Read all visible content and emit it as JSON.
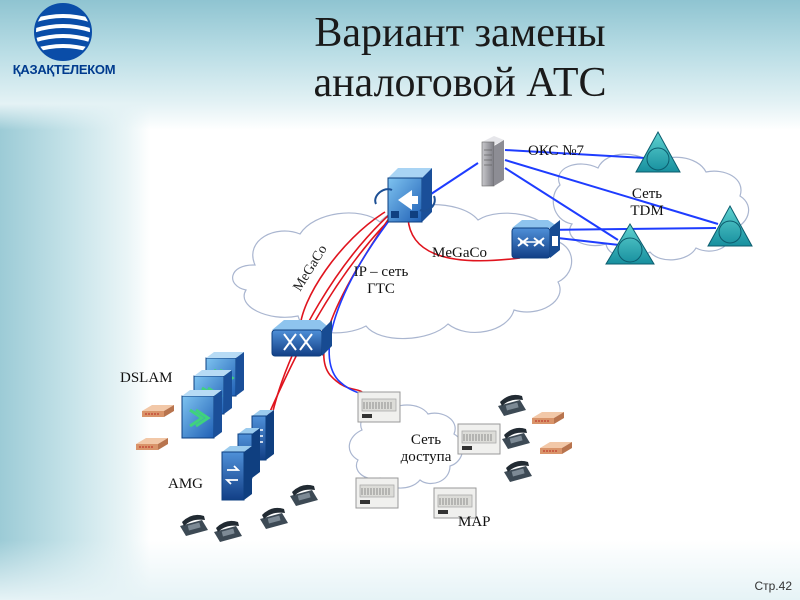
{
  "slide": {
    "title_line1": "Вариант замены",
    "title_line2": "аналоговой АТС",
    "logo_text": "ҚАЗАҚТЕЛЕКОМ",
    "page_number": "Стр.42"
  },
  "diagram": {
    "nodes": {
      "tdm_cloud_line1": "Сеть",
      "tdm_cloud_line2": "TDM",
      "ip_cloud_line1": "IP – сеть",
      "ip_cloud_line2": "ГТС",
      "access_cloud_line1": "Сеть",
      "access_cloud_line2": "доступа"
    },
    "labels": {
      "oks7": "ОКС №7",
      "megaco_left": "MeGaCo",
      "megaco_right": "MeGaCo",
      "dslam": "DSLAM",
      "amg": "AMG",
      "map": "MAP"
    },
    "colors": {
      "signaling_link": "#1e3cff",
      "megaco_link": "#e0141e",
      "cloud_fill": "#ffffff",
      "cloud_stroke": "#9aa8c8",
      "device_blue": "#1d6fc4",
      "device_green": "#2ec28a"
    }
  }
}
